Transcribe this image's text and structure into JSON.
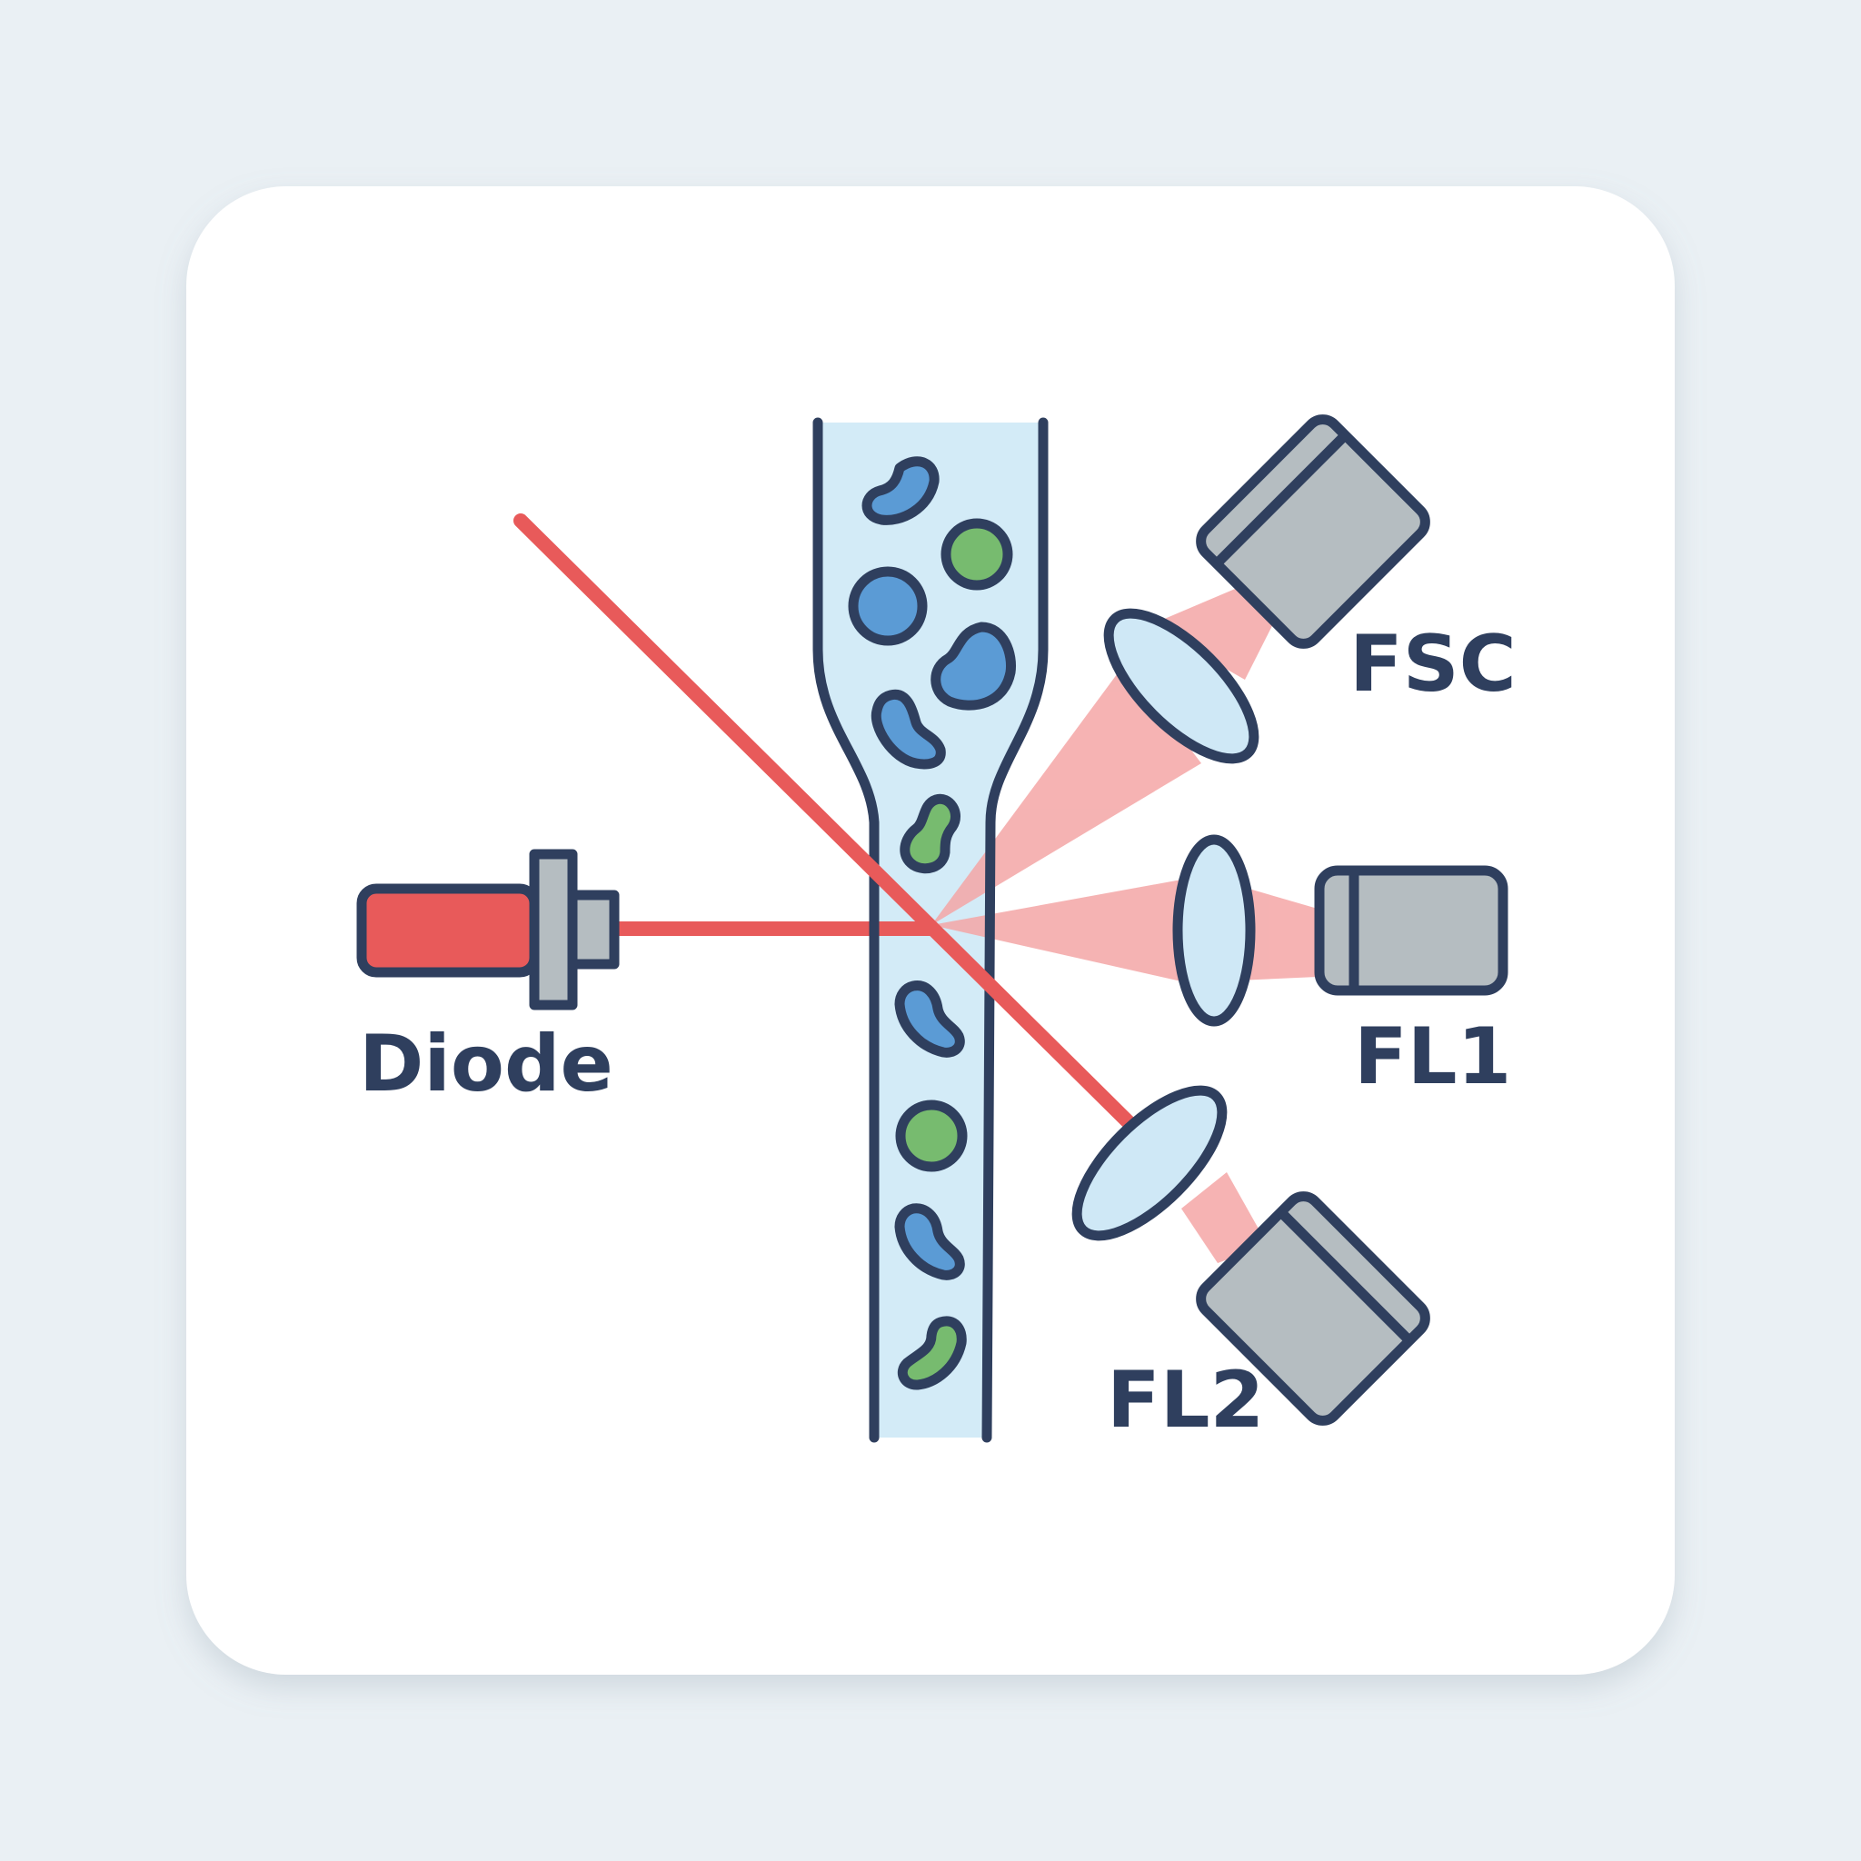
{
  "diagram": {
    "labels": {
      "diode": "Diode",
      "fsc": "FSC",
      "fl1": "FL1",
      "fl2": "FL2"
    },
    "colors": {
      "background": "#eaf0f4",
      "card": "#ffffff",
      "outline": "#2f3f5e",
      "laser": "#e85a5a",
      "scatter_light": "#f4a6a6",
      "fluid": "#d3ebf7",
      "lens": "#cfe8f6",
      "detector": "#b5bdc1",
      "cell_blue": "#5b9bd5",
      "cell_green": "#77bb6f"
    },
    "icons": [
      "laser-diode-icon",
      "flow-cell-icon",
      "lens-icon",
      "detector-icon",
      "cell-icon"
    ]
  }
}
